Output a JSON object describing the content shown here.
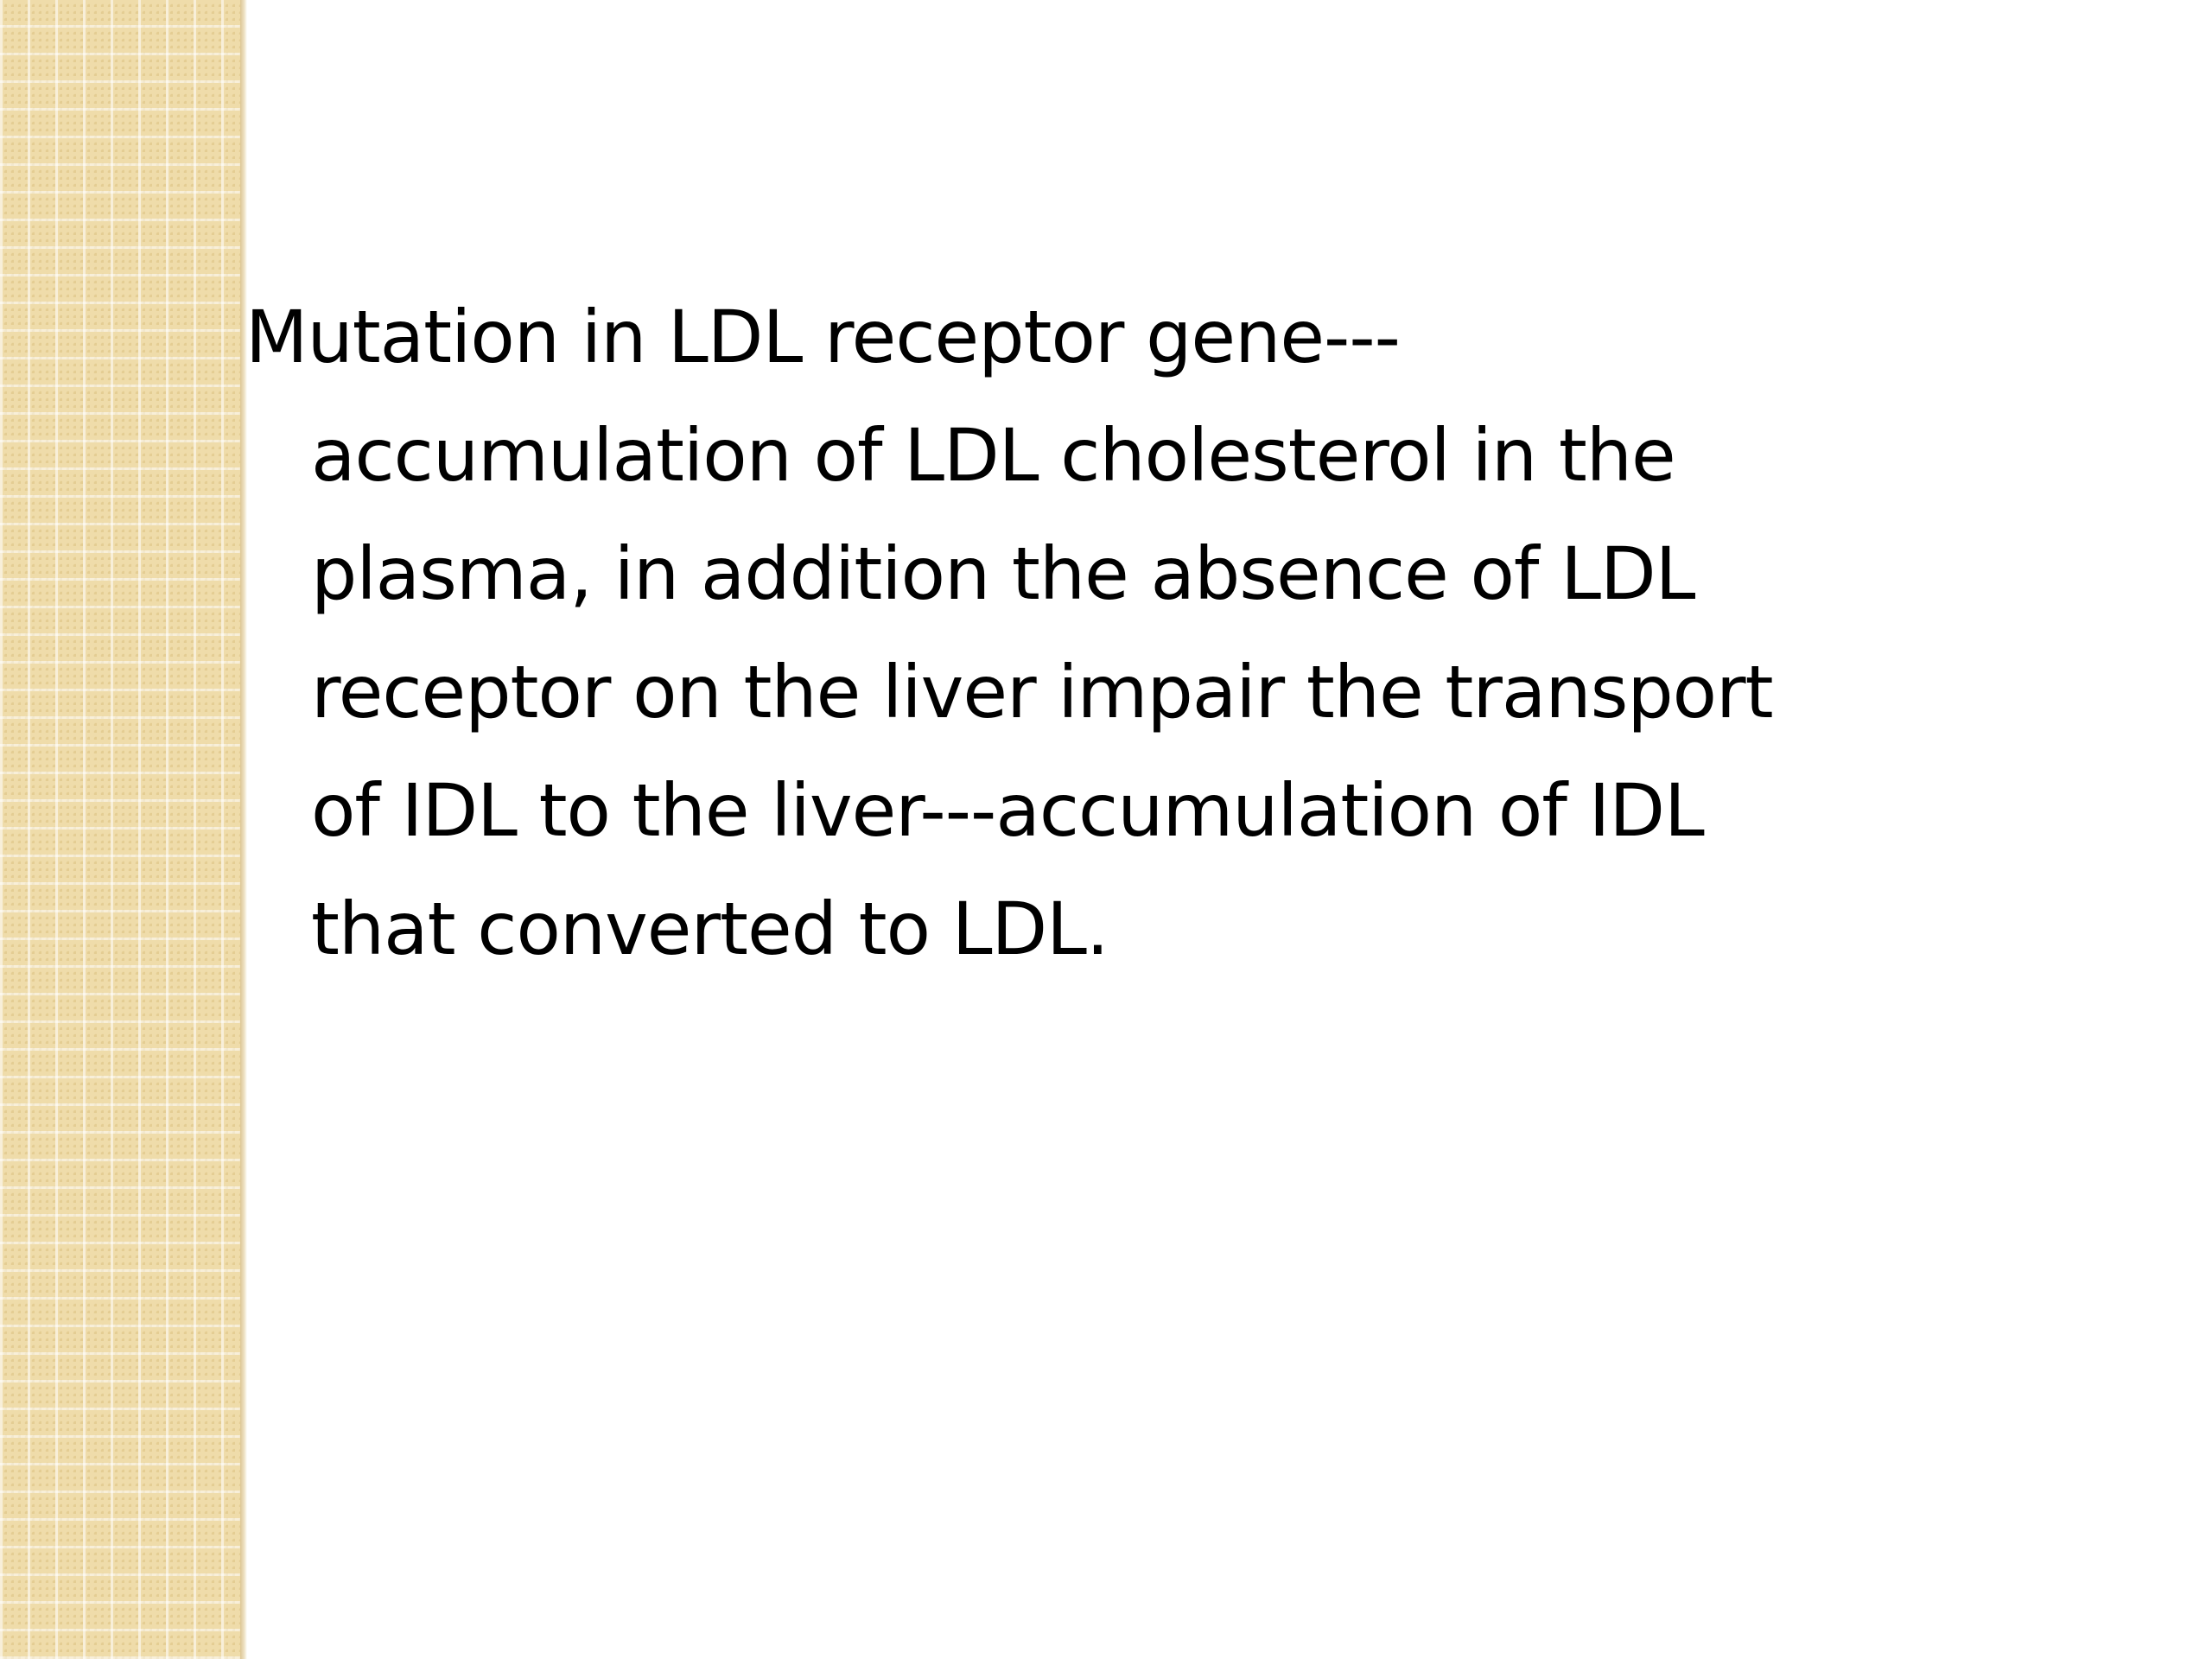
{
  "slide": {
    "body_lines": [
      "Mutation in LDL receptor gene---",
      "accumulation of LDL cholesterol in the",
      "plasma, in addition the absence of LDL",
      "receptor on the liver impair the transport",
      "of IDL to the liver---accumulation of IDL",
      "that converted to LDL."
    ]
  },
  "colors": {
    "side_panel": "#efdcaa",
    "text": "#000000",
    "background": "#ffffff"
  }
}
